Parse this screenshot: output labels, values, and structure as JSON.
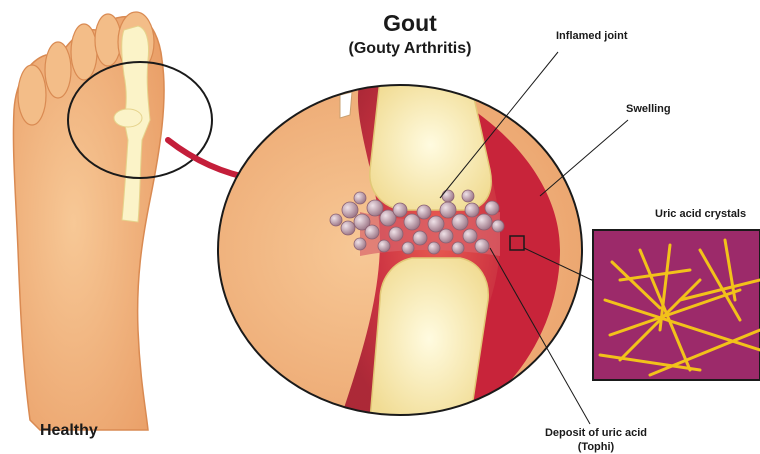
{
  "title": "Gout",
  "subtitle": "(Gouty Arthritis)",
  "labels": {
    "inflamed_joint": "Inflamed joint",
    "swelling": "Swelling",
    "uric_acid_crystals": "Uric acid crystals",
    "deposit_line1": "Deposit of uric acid",
    "deposit_line2": "(Tophi)",
    "healthy": "Healthy"
  },
  "colors": {
    "skin": "#f0b07a",
    "skin_light": "#f7cfa3",
    "bone": "#fbf0b8",
    "inflamed": "#c8243a",
    "crystal_bg": "#9c2a6a",
    "crystal": "#f2c21a",
    "tophi": "#c8a8b6",
    "arrow": "#c41e3a"
  },
  "icons": [
    "foot-illustration",
    "magnifier-circle",
    "curved-arrow",
    "joint-cross-section",
    "crystal-inset"
  ]
}
